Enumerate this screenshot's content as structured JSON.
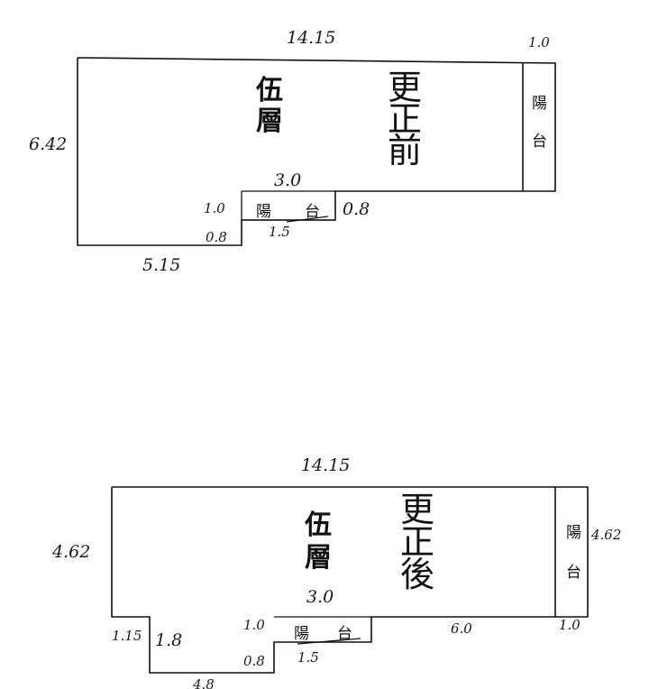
{
  "before": {
    "floor_chars": [
      "伍",
      "層"
    ],
    "status_chars": [
      "更",
      "正",
      "前"
    ],
    "balcony_right_chars": [
      "陽",
      "台"
    ],
    "balcony_lower_chars": [
      "陽",
      "台"
    ],
    "dims": {
      "top_width": "14.15",
      "right_balcony_width": "1.0",
      "left_height": "6.42",
      "inner_step": "3.0",
      "balcony_height": "1.0",
      "balcony_right_depth": "0.8",
      "balcony_width": "1.5",
      "lower_step": "0.8",
      "bottom_width": "5.15"
    }
  },
  "after": {
    "floor_chars": [
      "伍",
      "層"
    ],
    "status_chars": [
      "更",
      "正",
      "後"
    ],
    "balcony_right_chars": [
      "陽",
      "台"
    ],
    "balcony_lower_chars": [
      "陽",
      "台"
    ],
    "dims": {
      "top_width": "14.15",
      "left_height": "4.62",
      "right_height": "4.62",
      "inner_step": "3.0",
      "notch_height": "1.15",
      "notch_depth": "1.8",
      "balcony_height": "1.0",
      "lower_step": "0.8",
      "balcony_width": "1.5",
      "right_run": "6.0",
      "right_balcony_width": "1.0",
      "bottom_width": "4.8"
    }
  }
}
